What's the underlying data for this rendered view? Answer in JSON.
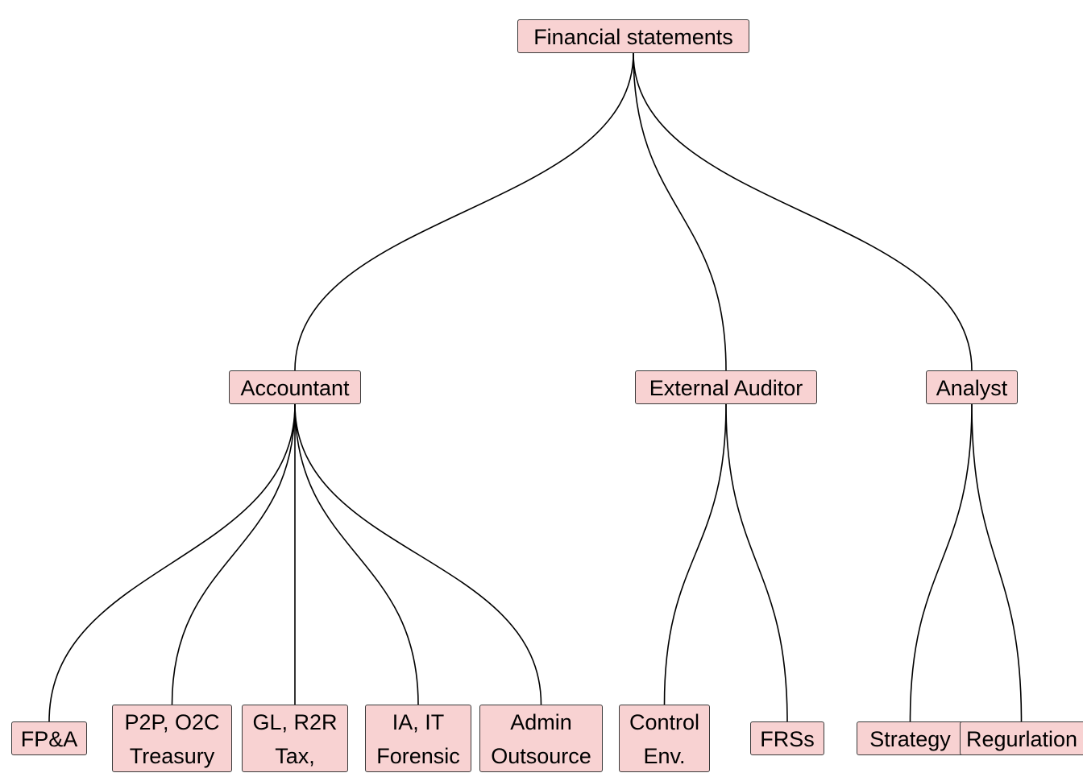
{
  "diagram": {
    "type": "tree",
    "node_fill": "#f8d2d2",
    "node_border": "#3a3a3a",
    "edge_color": "#000000",
    "nodes": {
      "root": {
        "lines": [
          "Financial statements"
        ]
      },
      "accountant": {
        "lines": [
          "Accountant"
        ]
      },
      "auditor": {
        "lines": [
          "External Auditor"
        ]
      },
      "analyst": {
        "lines": [
          "Analyst"
        ]
      },
      "fpa": {
        "lines": [
          "FP&A"
        ]
      },
      "p2p": {
        "lines": [
          "P2P, O2C",
          "Treasury"
        ]
      },
      "gl": {
        "lines": [
          "GL, R2R",
          "Tax,"
        ]
      },
      "ia": {
        "lines": [
          "IA, IT",
          "Forensic"
        ]
      },
      "admin": {
        "lines": [
          "Admin",
          "Outsource"
        ]
      },
      "control": {
        "lines": [
          "Control",
          "Env."
        ]
      },
      "frss": {
        "lines": [
          "FRSs"
        ]
      },
      "strategy": {
        "lines": [
          "Strategy"
        ]
      },
      "regulation": {
        "lines": [
          "Regurlation"
        ]
      }
    },
    "edges": [
      [
        "root",
        "accountant"
      ],
      [
        "root",
        "auditor"
      ],
      [
        "root",
        "analyst"
      ],
      [
        "accountant",
        "fpa"
      ],
      [
        "accountant",
        "p2p"
      ],
      [
        "accountant",
        "gl"
      ],
      [
        "accountant",
        "ia"
      ],
      [
        "accountant",
        "admin"
      ],
      [
        "auditor",
        "control"
      ],
      [
        "auditor",
        "frss"
      ],
      [
        "analyst",
        "strategy"
      ],
      [
        "analyst",
        "regulation"
      ]
    ]
  }
}
